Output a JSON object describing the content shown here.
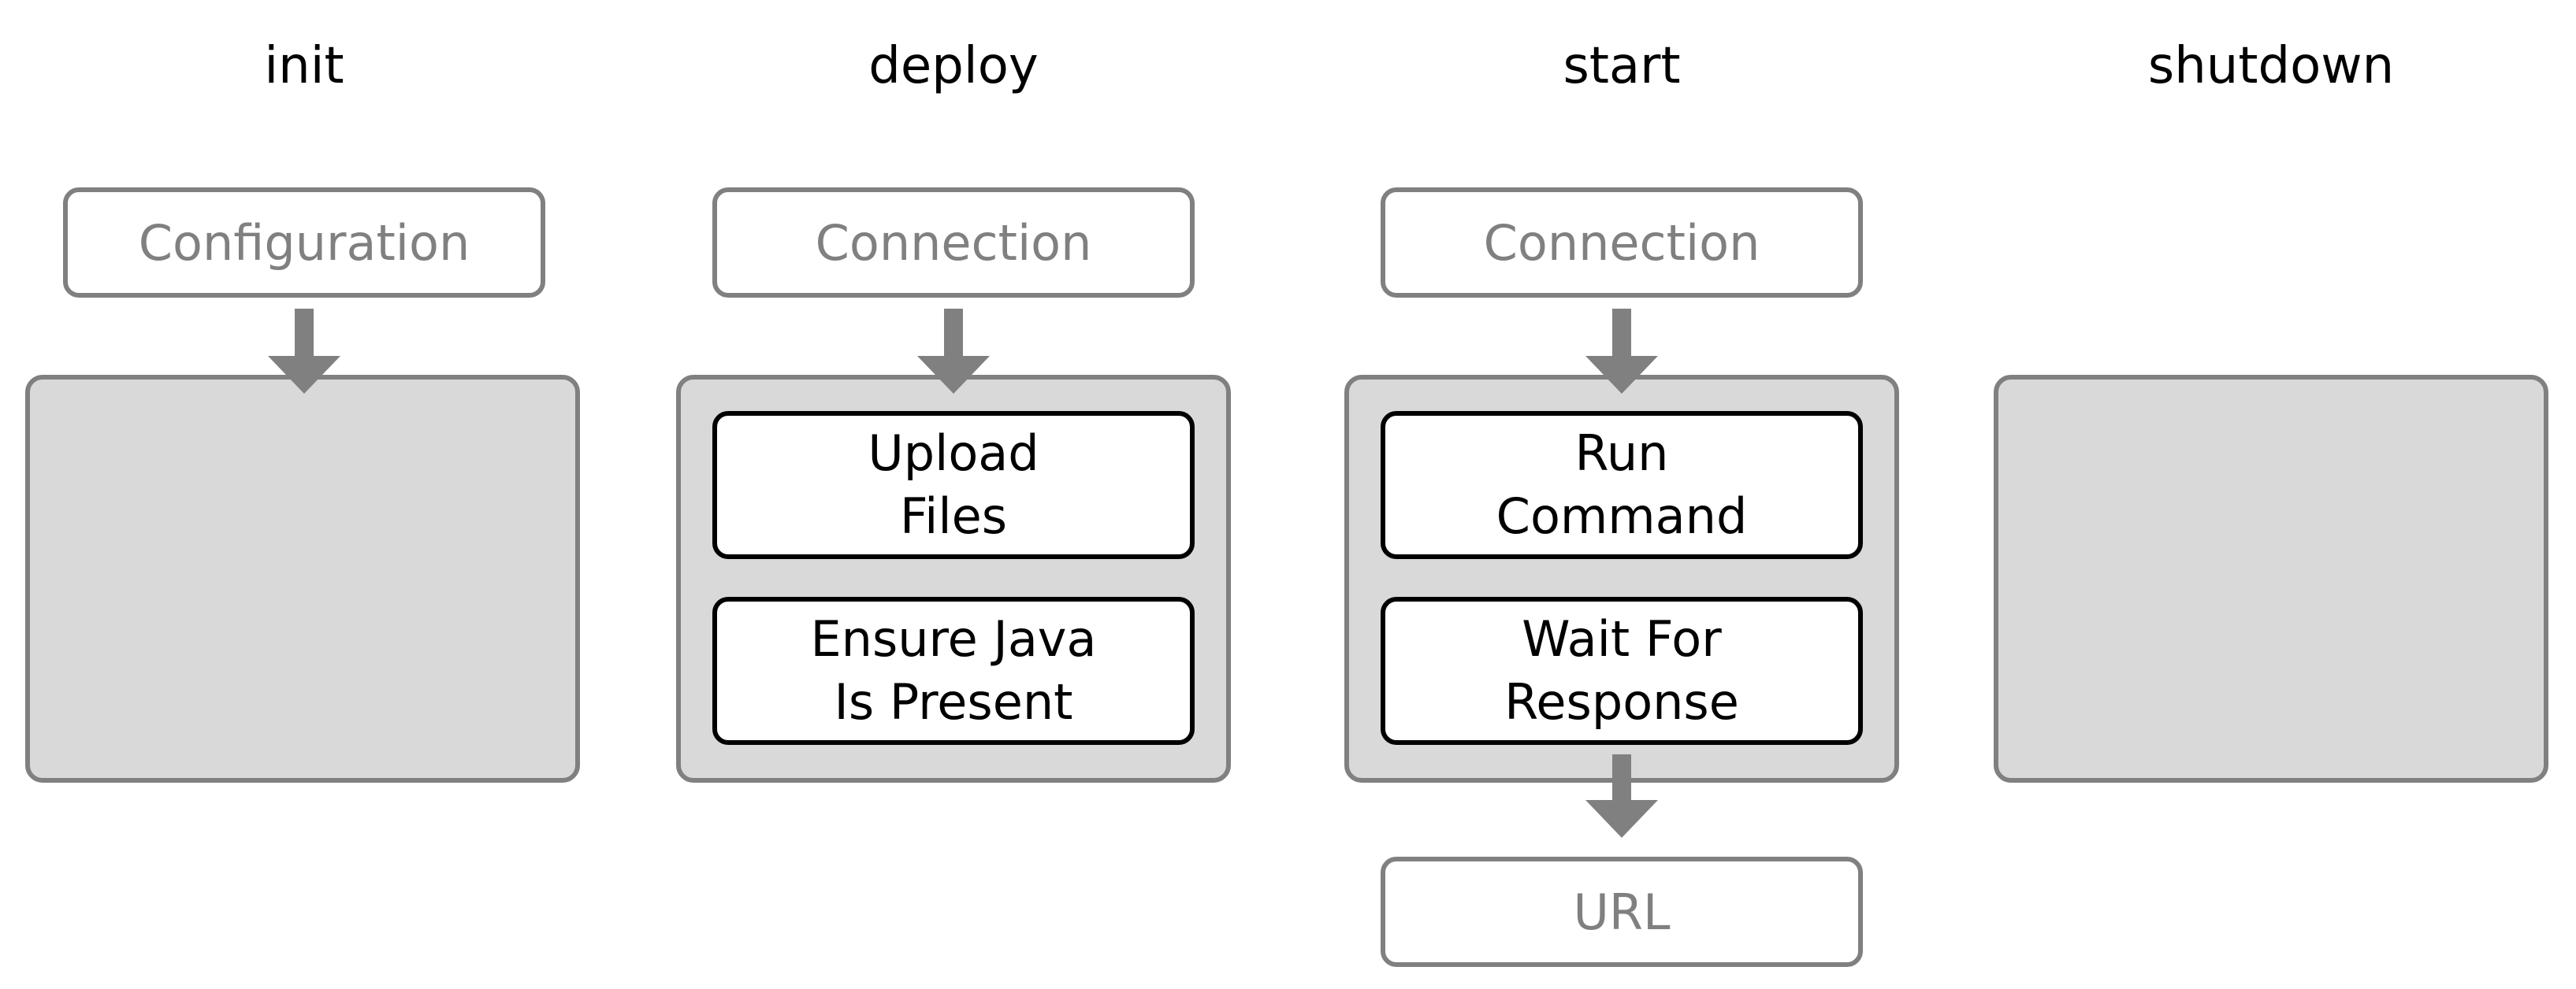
{
  "stages": [
    {
      "name": "init",
      "input": "Configuration",
      "tasks": [],
      "output": null
    },
    {
      "name": "deploy",
      "input": "Connection",
      "tasks": [
        "Upload\nFiles",
        "Ensure Java\nIs Present"
      ],
      "output": null
    },
    {
      "name": "start",
      "input": "Connection",
      "tasks": [
        "Run\nCommand",
        "Wait For\nResponse"
      ],
      "output": "URL"
    },
    {
      "name": "shutdown",
      "input": null,
      "tasks": [],
      "output": null
    }
  ],
  "colors": {
    "arrow": "#808080",
    "panel_fill": "#d9d9d9",
    "panel_border": "#808080",
    "io_text": "#808080",
    "task_border": "#000000"
  }
}
